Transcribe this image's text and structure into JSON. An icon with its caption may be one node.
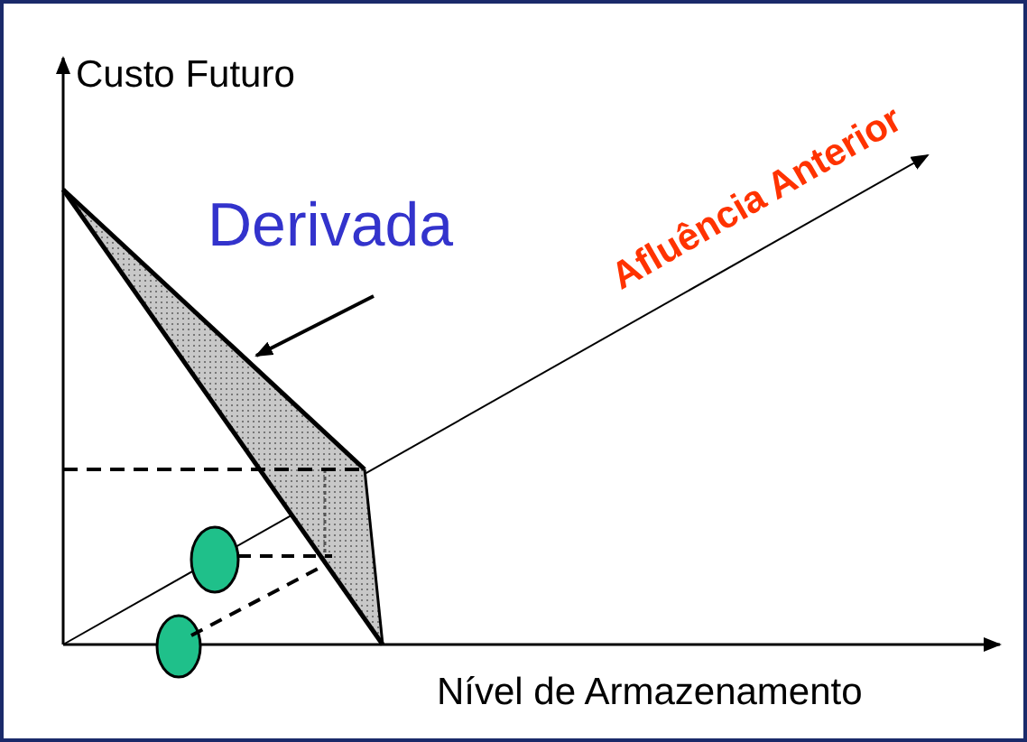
{
  "diagram": {
    "nodes": [
      {
        "text": [
          "Derivada"
        ]
      },
      {
        "text": [],
        "shape": "ellipse"
      },
      {
        "text": [],
        "shape": "ellipse"
      }
    ],
    "edges": [
      {
        "from": 0,
        "to": null,
        "arrow": "to"
      },
      {
        "from": 1,
        "to": null,
        "arrow": "none",
        "style": "dashed"
      },
      {
        "from": 2,
        "to": null,
        "arrow": "none",
        "style": "dashed"
      }
    ],
    "labels": [
      "Custo Futuro",
      "Afluência Anterior",
      "Nível de Armazenamento"
    ]
  }
}
